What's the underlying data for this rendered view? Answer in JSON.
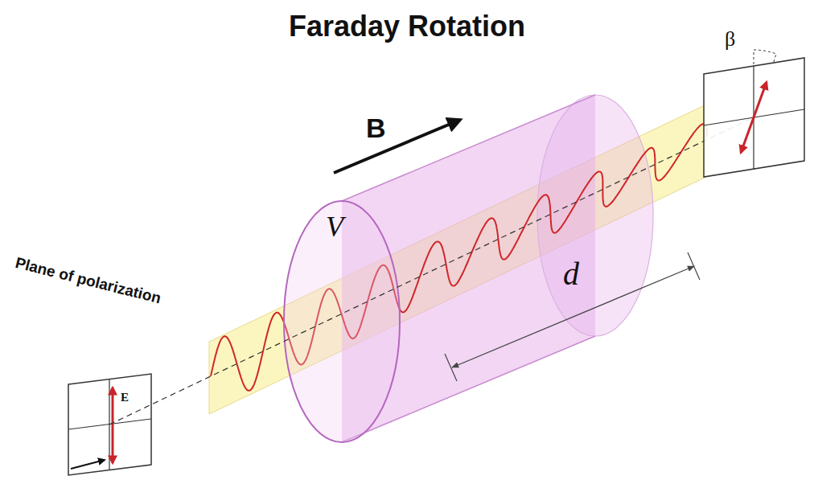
{
  "diagram": {
    "title": "Faraday Rotation",
    "labels": [
      "Plane of polarization",
      "E",
      "B",
      "V",
      "d",
      "β"
    ]
  }
}
